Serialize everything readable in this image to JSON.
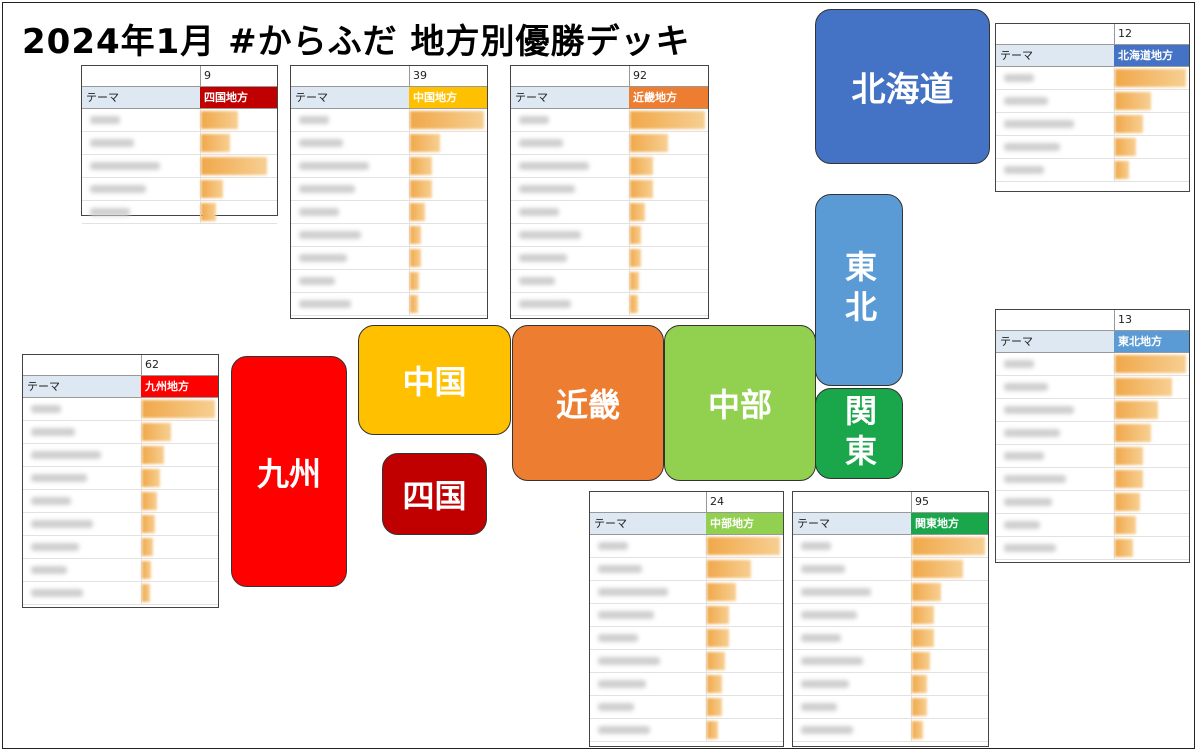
{
  "title": "2024年1月 #からふだ 地方別優勝デッキ",
  "header_label": "テーマ",
  "regions": [
    {
      "key": "hokkaido",
      "label": "北海道",
      "color": "#4472c4",
      "vertical": false
    },
    {
      "key": "tohoku",
      "label": "東北",
      "color": "#5b9bd5",
      "vertical": true
    },
    {
      "key": "kanto",
      "label": "関東",
      "color": "#1aa64a",
      "vertical": true
    },
    {
      "key": "chubu",
      "label": "中部",
      "color": "#92d050",
      "vertical": false
    },
    {
      "key": "kinki",
      "label": "近畿",
      "color": "#ed7d31",
      "vertical": false
    },
    {
      "key": "chugoku",
      "label": "中国",
      "color": "#ffc000",
      "vertical": false
    },
    {
      "key": "shikoku",
      "label": "四国",
      "color": "#c00000",
      "vertical": false
    },
    {
      "key": "kyushu",
      "label": "九州",
      "color": "#ff0000",
      "vertical": false
    }
  ],
  "tables": [
    {
      "key": "shikoku",
      "count": "9",
      "region_label": "四国地方",
      "color": "#c00000",
      "rows": 5,
      "bars": [
        0.5,
        0.4,
        0.9,
        0.3,
        0.2
      ]
    },
    {
      "key": "chugoku",
      "count": "39",
      "region_label": "中国地方",
      "color": "#ffc000",
      "rows": 9,
      "bars": [
        1.0,
        0.4,
        0.3,
        0.3,
        0.2,
        0.15,
        0.15,
        0.12,
        0.1
      ]
    },
    {
      "key": "kinki",
      "count": "92",
      "region_label": "近畿地方",
      "color": "#ed7d31",
      "rows": 9,
      "bars": [
        1.0,
        0.5,
        0.3,
        0.3,
        0.2,
        0.15,
        0.15,
        0.12,
        0.1
      ]
    },
    {
      "key": "hokkaido",
      "count": "12",
      "region_label": "北海道地方",
      "color": "#4472c4",
      "rows": 5,
      "bars": [
        1.0,
        0.5,
        0.4,
        0.3,
        0.2
      ]
    },
    {
      "key": "tohoku",
      "count": "13",
      "region_label": "東北地方",
      "color": "#5b9bd5",
      "rows": 9,
      "bars": [
        1.0,
        0.8,
        0.6,
        0.5,
        0.4,
        0.4,
        0.35,
        0.3,
        0.25
      ]
    },
    {
      "key": "kyushu",
      "count": "62",
      "region_label": "九州地方",
      "color": "#ff0000",
      "rows": 9,
      "bars": [
        1.0,
        0.4,
        0.3,
        0.25,
        0.2,
        0.18,
        0.15,
        0.12,
        0.1
      ]
    },
    {
      "key": "chubu",
      "count": "24",
      "region_label": "中部地方",
      "color": "#92d050",
      "rows": 9,
      "bars": [
        1.0,
        0.6,
        0.4,
        0.3,
        0.3,
        0.25,
        0.2,
        0.2,
        0.15
      ]
    },
    {
      "key": "kanto",
      "count": "95",
      "region_label": "関東地方",
      "color": "#1aa64a",
      "rows": 9,
      "bars": [
        1.0,
        0.7,
        0.4,
        0.3,
        0.3,
        0.25,
        0.2,
        0.2,
        0.15
      ]
    }
  ]
}
